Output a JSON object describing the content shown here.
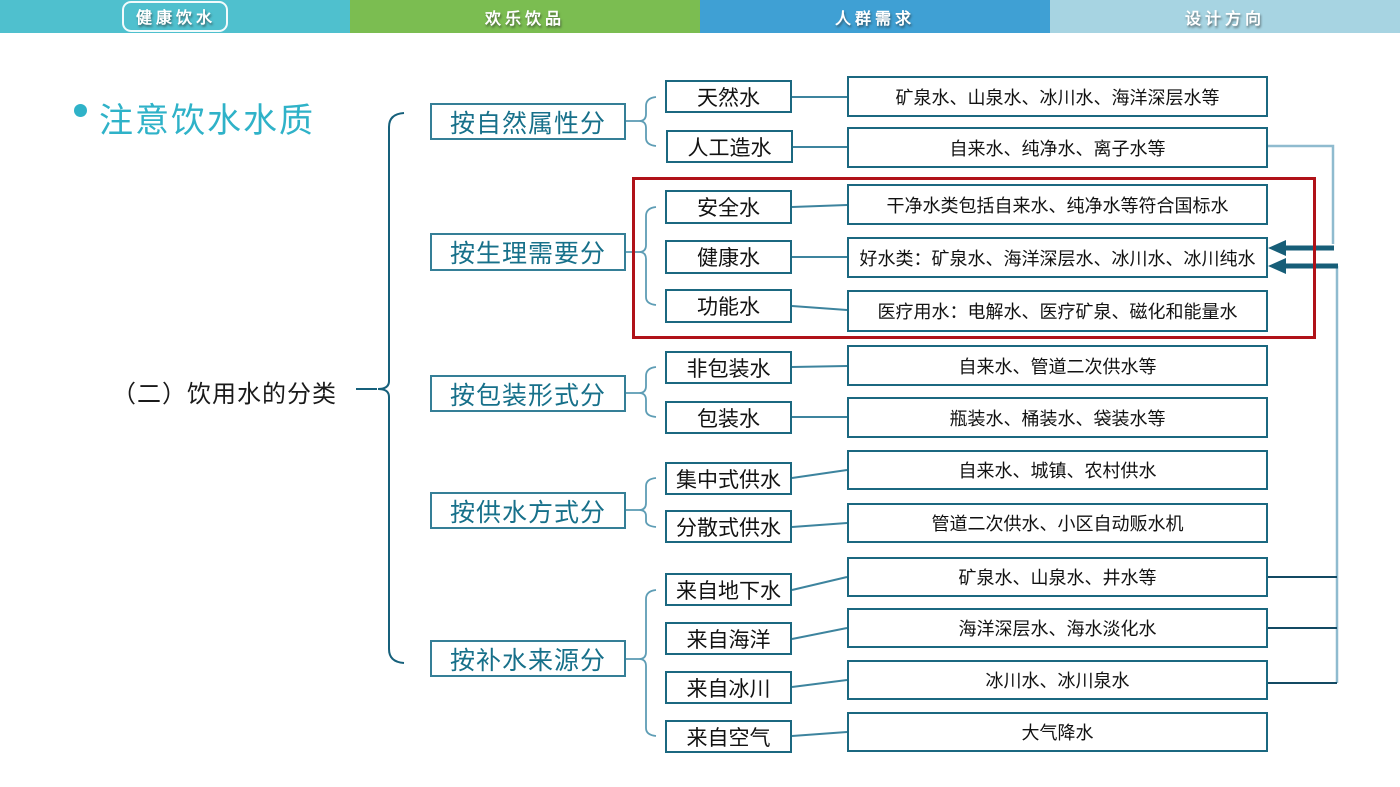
{
  "tabs": [
    {
      "label": "健康饮水",
      "color": "#4FC0CE"
    },
    {
      "label": "欢乐饮品",
      "color": "#7BBD51"
    },
    {
      "label": "人群需求",
      "color": "#3FA0D4"
    },
    {
      "label": "设计方向",
      "color": "#A7D4E2"
    }
  ],
  "title": {
    "text": "注意饮水水质",
    "color": "#2FB2C8"
  },
  "section_label": "（二）饮用水的分类",
  "groups": [
    {
      "category": "按自然属性分",
      "items": [
        {
          "label": "天然水",
          "desc": "矿泉水、山泉水、冰川水、海洋深层水等"
        },
        {
          "label": "人工造水",
          "desc": "自来水、纯净水、离子水等"
        }
      ]
    },
    {
      "category": "按生理需要分",
      "highlighted": true,
      "items": [
        {
          "label": "安全水",
          "desc": "干净水类包括自来水、纯净水等符合国标水"
        },
        {
          "label": "健康水",
          "desc": "好水类：矿泉水、海洋深层水、冰川水、冰川纯水"
        },
        {
          "label": "功能水",
          "desc": "医疗用水：电解水、医疗矿泉、磁化和能量水"
        }
      ]
    },
    {
      "category": "按包装形式分",
      "items": [
        {
          "label": "非包装水",
          "desc": "自来水、管道二次供水等"
        },
        {
          "label": "包装水",
          "desc": "瓶装水、桶装水、袋装水等"
        }
      ]
    },
    {
      "category": "按供水方式分",
      "items": [
        {
          "label": "集中式供水",
          "desc": "自来水、城镇、农村供水"
        },
        {
          "label": "分散式供水",
          "desc": "管道二次供水、小区自动贩水机"
        }
      ]
    },
    {
      "category": "按补水来源分",
      "items": [
        {
          "label": "来自地下水",
          "desc": "矿泉水、山泉水、井水等"
        },
        {
          "label": "来自海洋",
          "desc": "海洋深层水、海水淡化水"
        },
        {
          "label": "来自冰川",
          "desc": "冰川水、冰川泉水"
        },
        {
          "label": "来自空气",
          "desc": "大气降水"
        }
      ]
    }
  ],
  "colors": {
    "box_border": "#1B6880",
    "category_text": "#17708A",
    "highlight_red": "#B01218",
    "connector_light": "#8FBBCF",
    "connector_dark": "#3D849E",
    "stub_navy": "#134A63",
    "arrow": "#175E78",
    "title_teal": "#2FB2C8"
  }
}
